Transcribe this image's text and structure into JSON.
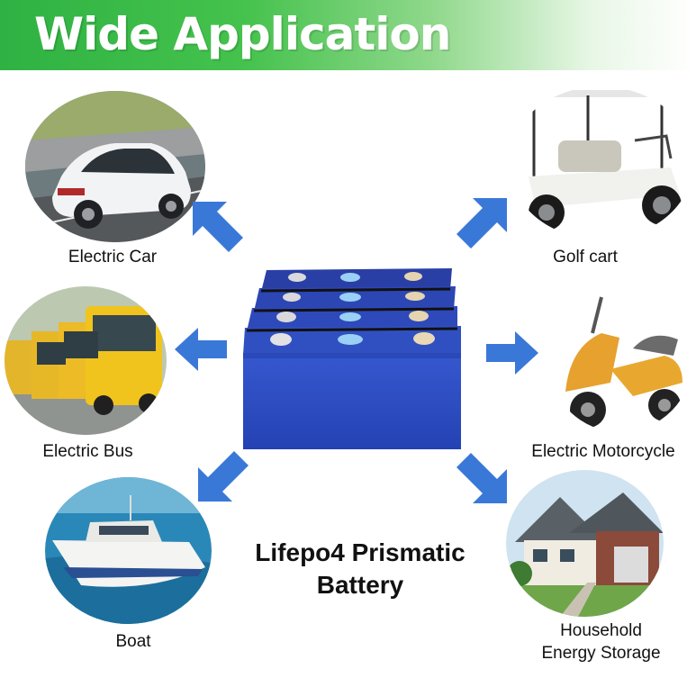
{
  "banner": {
    "title": "Wide Application"
  },
  "applications": [
    {
      "id": "car",
      "label": "Electric Car"
    },
    {
      "id": "golf",
      "label": "Golf cart"
    },
    {
      "id": "bus",
      "label": "Electric Bus"
    },
    {
      "id": "motorcycle",
      "label": "Electric Motorcycle"
    },
    {
      "id": "boat",
      "label": "Boat"
    },
    {
      "id": "household",
      "label_line1": "Household",
      "label_line2": "Energy Storage"
    }
  ],
  "product": {
    "line1": "Lifepo4 Prismatic",
    "line2": "Battery"
  },
  "colors": {
    "banner_green": "#3db64a",
    "arrow_blue": "#3a78d8",
    "battery_blue": "#2f4fc2"
  }
}
